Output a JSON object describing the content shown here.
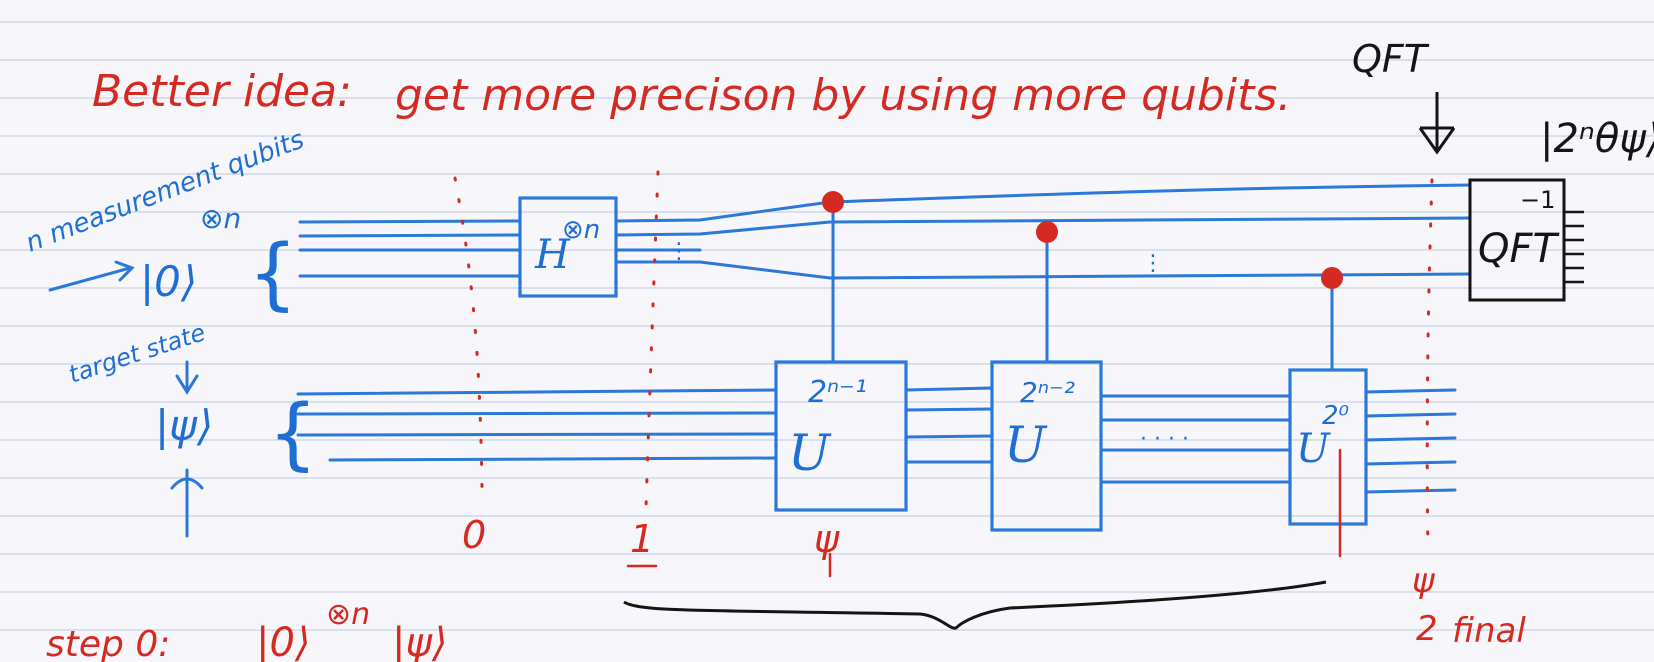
{
  "heading": {
    "prefix": "Better idea:",
    "text": "get more precison by using more qubits."
  },
  "labels": {
    "measurement_qubits": "n measurement qubits",
    "measurement_state": "|0⟩",
    "measurement_power": "⊗n",
    "target_state_label": "target state",
    "target_state": "|ψ⟩",
    "qft_top": "QFT",
    "qft_output": "|2ⁿθψ⟩"
  },
  "gates": {
    "hadamard": "H",
    "hadamard_power": "⊗n",
    "u": "U",
    "u1_power": "2ⁿ⁻¹",
    "u2_power": "2ⁿ⁻²",
    "u3_power": "2⁰",
    "qft": "QFT",
    "qft_power": "−1",
    "ellipsis_vertical": "⋮",
    "ellipsis_horizontal": "· · · ·"
  },
  "steps": {
    "s0": "0",
    "s1": "1",
    "s2": "ψ",
    "s_final_symbol": "ψ",
    "s_final_num": "2",
    "s_final_word": "final"
  },
  "bottom": {
    "step": "step 0:",
    "state": "|0⟩",
    "power": "⊗n",
    "psi": "|ψ⟩"
  }
}
